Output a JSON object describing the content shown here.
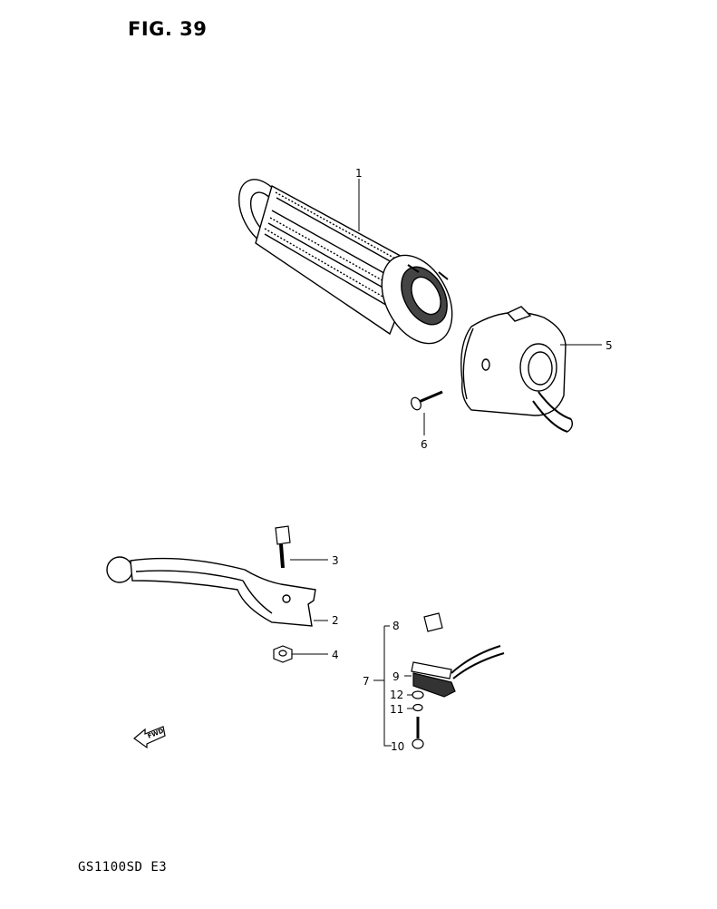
{
  "figure": {
    "title": "FIG. 39",
    "model_code": "GS1100SD  E3"
  },
  "fwd_arrow": {
    "label": "FWD",
    "icon": "fwd-arrow-icon"
  },
  "parts": [
    {
      "number": "1",
      "part": "grip"
    },
    {
      "number": "2",
      "part": "lever"
    },
    {
      "number": "3",
      "part": "bolt"
    },
    {
      "number": "4",
      "part": "nut"
    },
    {
      "number": "5",
      "part": "switch-housing"
    },
    {
      "number": "6",
      "part": "screw"
    },
    {
      "number": "7",
      "part": "switch-assembly-bracket"
    },
    {
      "number": "8",
      "part": "switch-cap"
    },
    {
      "number": "9",
      "part": "switch-plate"
    },
    {
      "number": "10",
      "part": "screw-small"
    },
    {
      "number": "11",
      "part": "spring-washer"
    },
    {
      "number": "12",
      "part": "washer"
    }
  ]
}
